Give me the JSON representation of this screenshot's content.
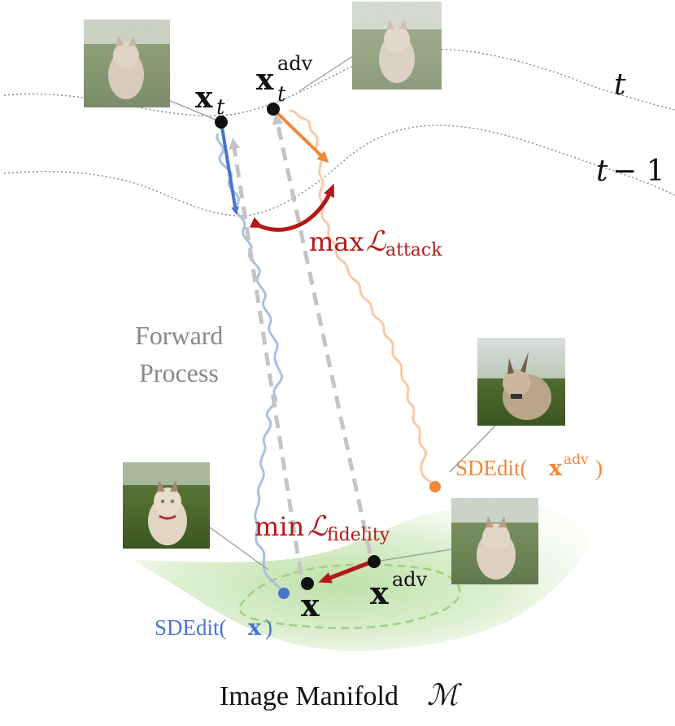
{
  "colors": {
    "blue": "#4a74c9",
    "blue_light": "#a9bfe6",
    "orange": "#f0873a",
    "orange_light": "#f8c9a7",
    "red": "#b41818",
    "gray_dash": "#c4c4c4",
    "manifold_green": "#a6d68a",
    "text_gray": "#888888",
    "black": "#111111"
  },
  "labels": {
    "t": "t",
    "t_minus_1_a": "t",
    "t_minus_1_b": "− 1",
    "xt_base": "x",
    "xt_sub": "t",
    "xtadv_base": "x",
    "xtadv_sub": "t",
    "xtadv_sup": "adv",
    "max_attack_fn": "max",
    "max_attack_L": "ℒ",
    "max_attack_sub": "attack",
    "forward_line1": "Forward",
    "forward_line2": "Process",
    "sdedit_adv_pre": "SDEdit(",
    "sdedit_adv_x": "x",
    "sdedit_adv_sup": "adv",
    "sdedit_adv_post": ")",
    "min_fidelity_fn": "min",
    "min_fidelity_L": "ℒ",
    "min_fidelity_sub": "fidelity",
    "x_label": "x",
    "xadv_base": "x",
    "xadv_sup": "adv",
    "sdedit_x_pre": "SDEdit(",
    "sdedit_x_x": "x",
    "sdedit_x_post": ")",
    "caption_text": "Image Manifold",
    "caption_M": "ℳ"
  },
  "icons": {
    "thumbnails": [
      "cat-noisy-image",
      "cat-noisy-adv-image",
      "lynx-edited-image",
      "cat-clean-image",
      "cat-adv-image"
    ]
  }
}
